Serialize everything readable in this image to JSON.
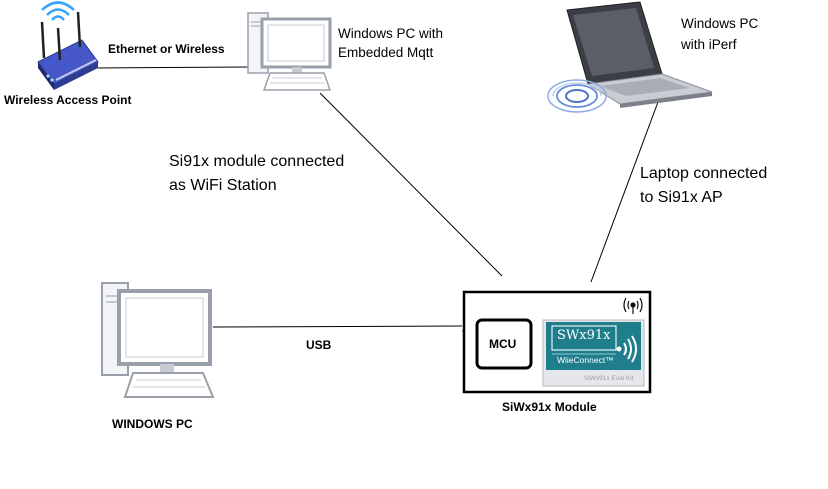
{
  "labels": {
    "access_point": "Wireless Access Point",
    "link_ap_pc": "Ethernet or Wireless",
    "pc_mqtt_line1": "Windows PC with",
    "pc_mqtt_line2": "Embedded Mqtt",
    "laptop_line1": "Windows PC",
    "laptop_line2": "with iPerf",
    "station_line1": "Si91x module connected",
    "station_line2": "as WiFi Station",
    "laptop_conn_line1": "Laptop connected",
    "laptop_conn_line2": "to Si91x AP",
    "usb": "USB",
    "windows_pc": "WINDOWS PC",
    "module": "SiWx91x Module",
    "mcu": "MCU",
    "chip_title": "SWx91x",
    "chip_sub": "WiieConnect™",
    "chip_caption": "SiWx91x Eval Kit"
  },
  "icons": {
    "router": "wireless-router-icon",
    "desktop": "desktop-pc-icon",
    "laptop": "laptop-icon",
    "wifi": "wifi-signal-icon"
  },
  "colors": {
    "chip_teal": "#1e7e8c",
    "pc_frame": "#9aa0ab",
    "router_blue": "#3a4fb8"
  }
}
